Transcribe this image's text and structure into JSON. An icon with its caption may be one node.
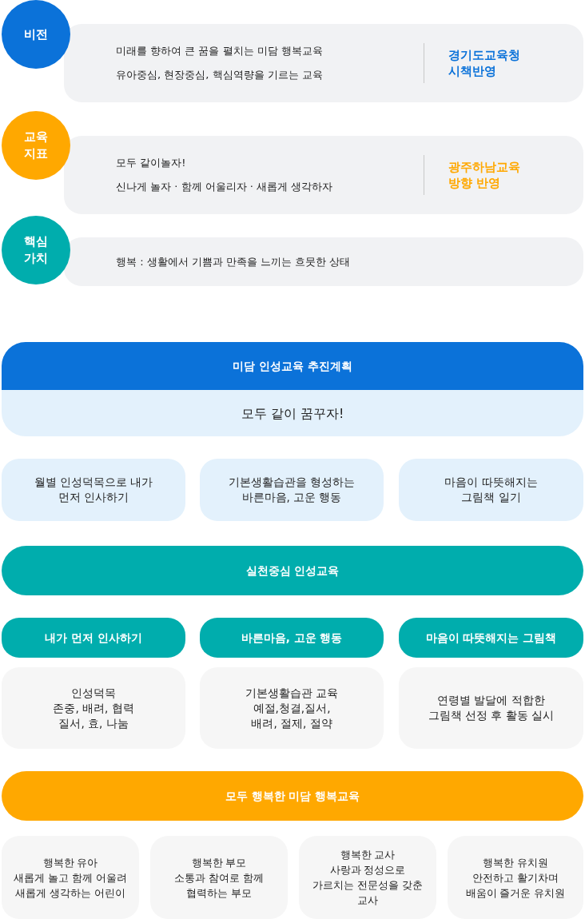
{
  "diagram": {
    "nodes": [
      {
        "text": [
          "비전"
        ]
      },
      {
        "text": [
          "미래를 향하여 큰 꿈을 펼치는 미담 행복교육",
          "유아중심, 현장중심, 핵심역량을 기르는 교육",
          "경기도교육청 시책반영"
        ]
      },
      {
        "text": [
          "교육 지표"
        ]
      },
      {
        "text": [
          "모두 같이놀자!",
          "신나게 놀자 · 함께 어울리자 · 새롭게 생각하자",
          "광주하남교육 방향 반영"
        ]
      },
      {
        "text": [
          "핵심 가치"
        ]
      },
      {
        "text": [
          "행복 : 생활에서 기쁨과 만족을 느끼는 흐뭇한 상태"
        ]
      },
      {
        "text": [
          "미담 인성교육 추진계획"
        ]
      },
      {
        "text": [
          "모두 같이 꿈꾸자!"
        ]
      },
      {
        "text": [
          "월별 인성덕목으로 내가 먼저 인사하기"
        ]
      },
      {
        "text": [
          "기본생활습관을 형성하는 바른마음, 고운 행동"
        ]
      },
      {
        "text": [
          "마음이 따뜻해지는 그림책 일기"
        ]
      },
      {
        "text": [
          "실천중심 인성교육"
        ]
      },
      {
        "text": [
          "내가 먼저 인사하기"
        ]
      },
      {
        "text": [
          "바른마음, 고운 행동"
        ]
      },
      {
        "text": [
          "마음이 따뜻해지는 그림책"
        ]
      },
      {
        "text": [
          "인성덕목",
          "존중, 배려, 협력",
          "질서, 효, 나눔"
        ]
      },
      {
        "text": [
          "기본생활습관 교육",
          "예절,청결,질서,",
          "배려, 절제, 절약"
        ]
      },
      {
        "text": [
          "연령별 발달에 적합한 그림책 선정 후 활동 실시"
        ]
      },
      {
        "text": [
          "모두 행복한 미담 행복교육"
        ]
      },
      {
        "text": [
          "행복한 유아",
          "새롭게 놀고 함께 어울려 새롭게 생각하는 어린이"
        ]
      },
      {
        "text": [
          "행복한 부모",
          "소통과 참여로 함께 협력하는 부모"
        ]
      },
      {
        "text": [
          "행복한 교사",
          "사랑과 정성으로 가르치는 전문성을 갖춘 교사"
        ]
      },
      {
        "text": [
          "행복한 유치원",
          "안전하고 활기차며 배움이 즐거운 유치원"
        ]
      }
    ]
  }
}
